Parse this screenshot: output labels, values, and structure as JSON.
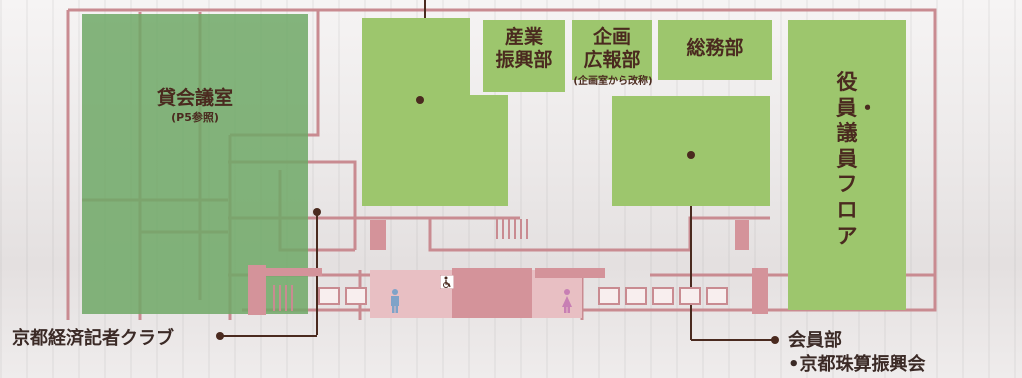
{
  "rooms": {
    "conference": {
      "name": "貸会議室",
      "note": "(P5参照)"
    },
    "industry": {
      "line1": "産業",
      "line2": "振興部"
    },
    "planning": {
      "line1": "企画",
      "line2": "広報部",
      "note": "(企画室から改称)"
    },
    "general_affairs": {
      "name": "総務部"
    },
    "executive": {
      "name": "役員・議員フロア"
    }
  },
  "callouts": {
    "press_club": "京都経済記者クラブ",
    "membership": "会員部",
    "abacus": "•京都珠算振興会"
  },
  "colors": {
    "room_green": "#9dc66d",
    "conference_green": "#6fa866",
    "wall_pink": "#c98b91",
    "text_brown": "#4a2a1f"
  },
  "icons": [
    "male-restroom-icon",
    "female-restroom-icon",
    "accessible-restroom-icon",
    "stairs-icon"
  ]
}
